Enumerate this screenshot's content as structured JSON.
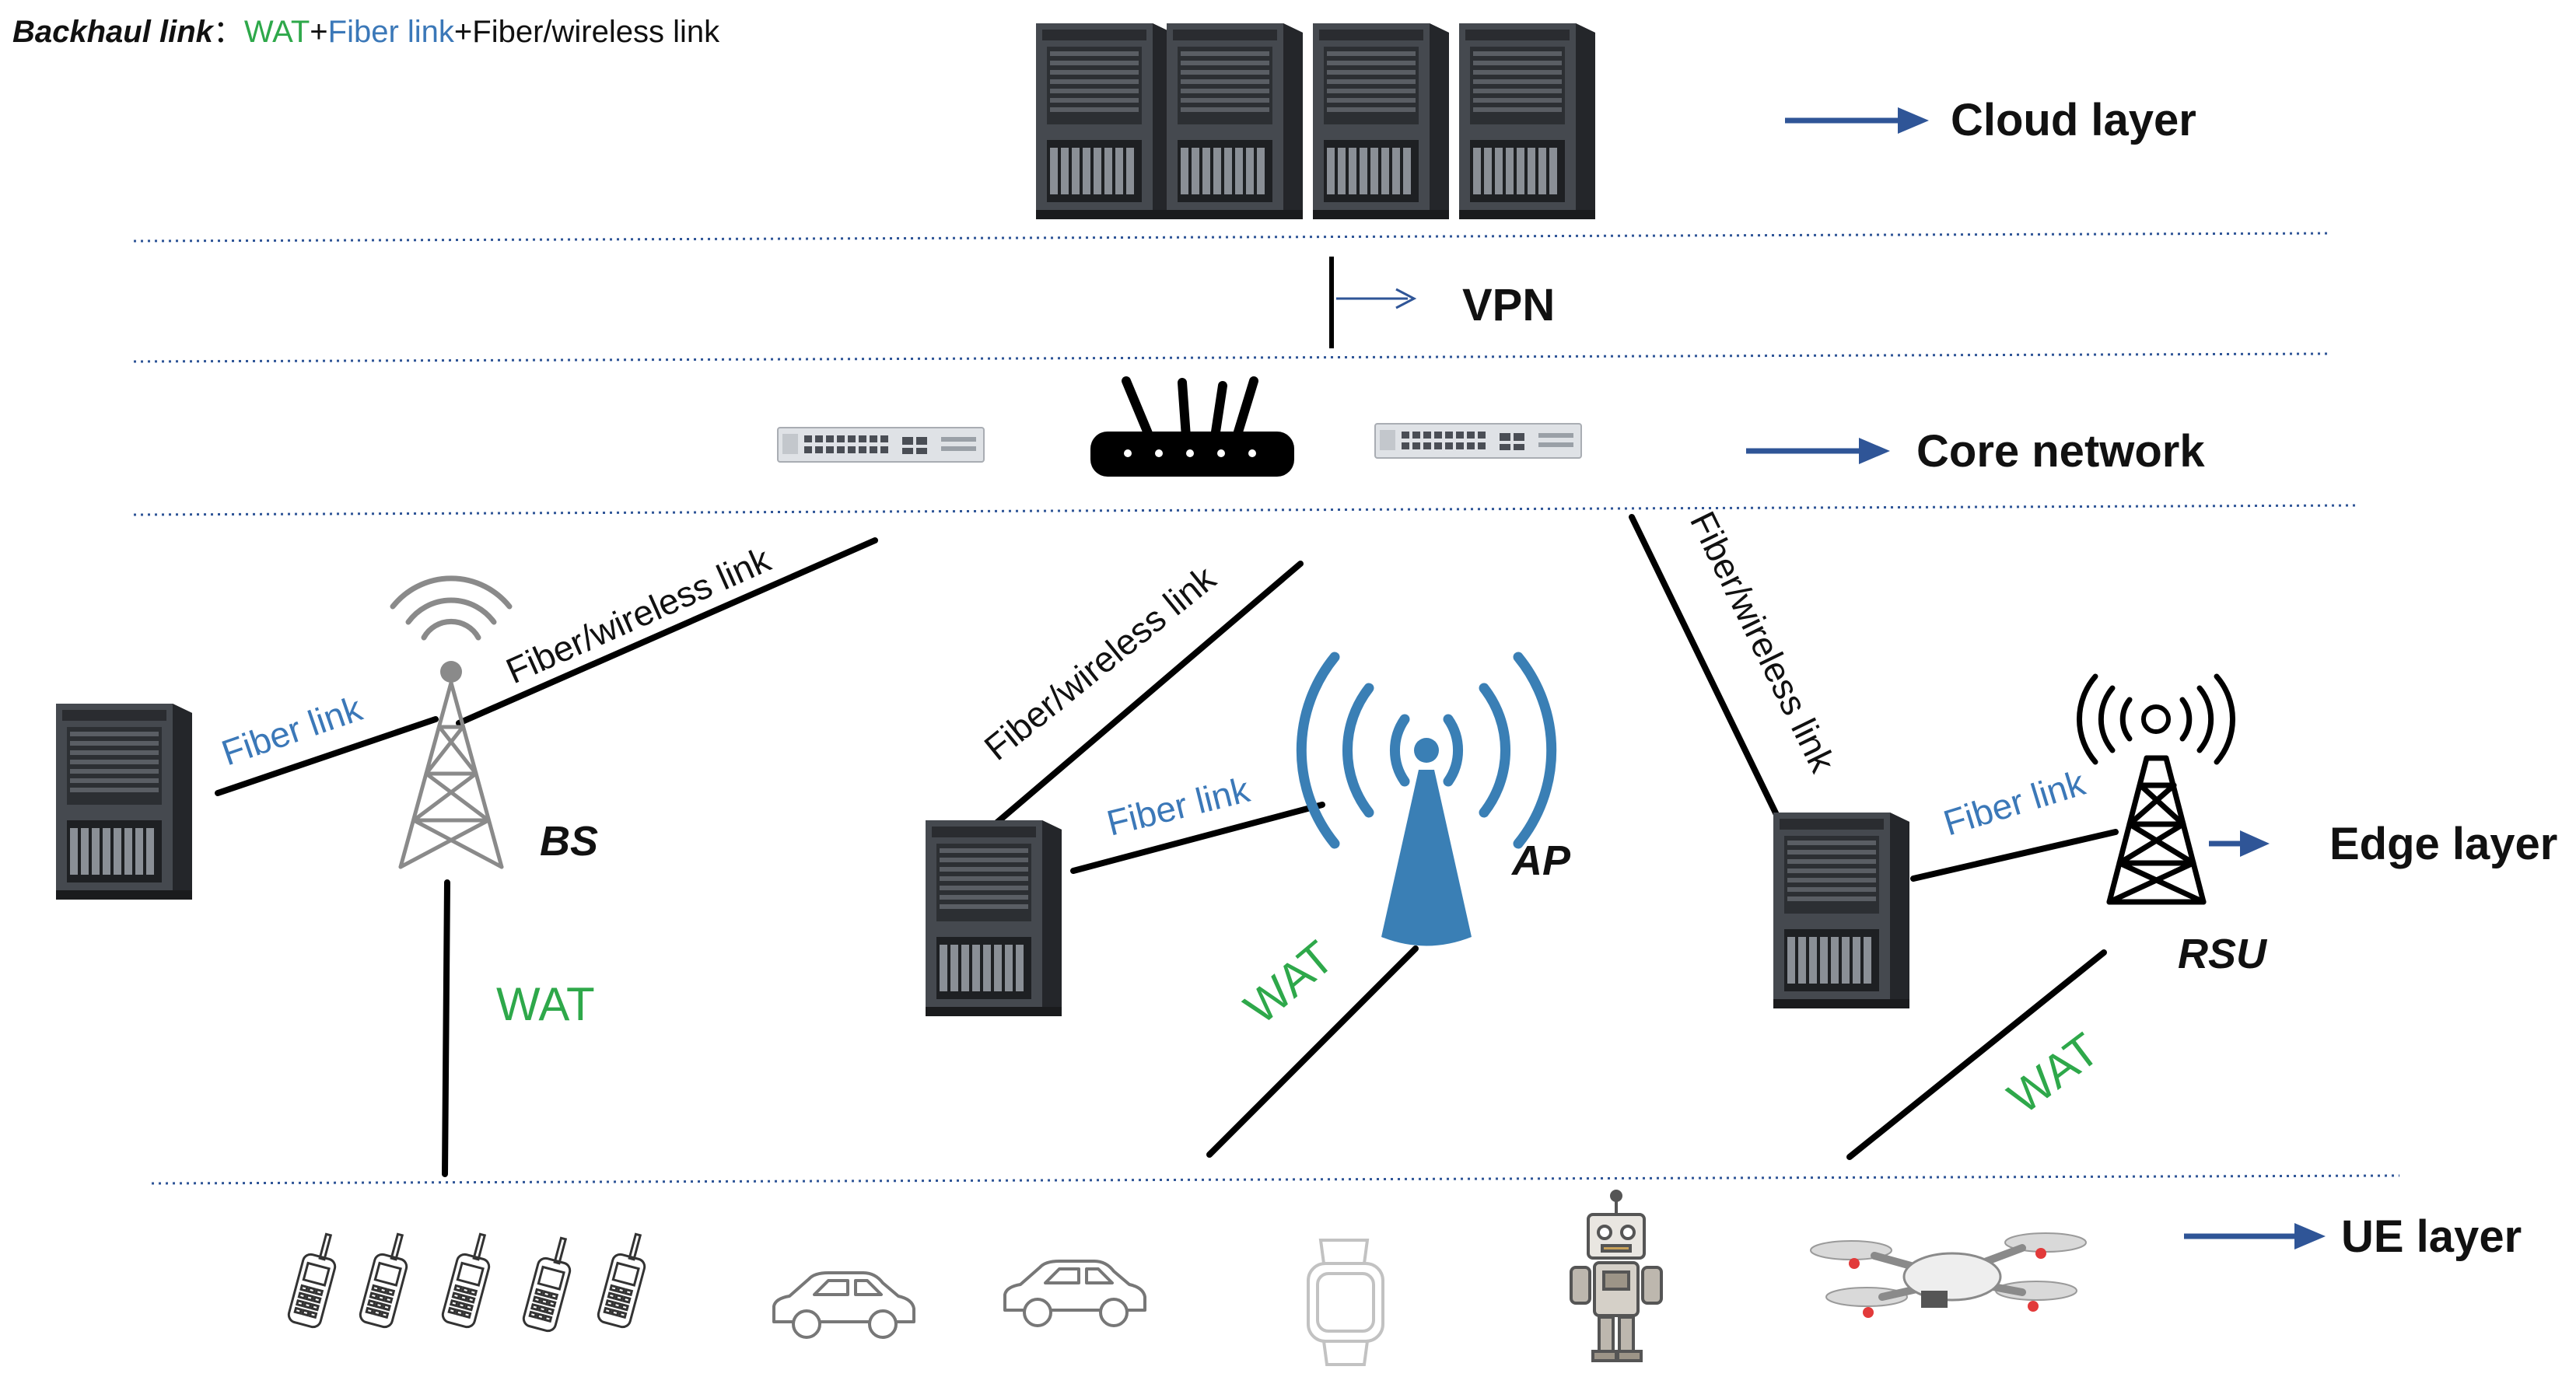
{
  "legend": {
    "prefix": "Backhaul link",
    "sep": "：",
    "wat": "WAT",
    "plus1": "+",
    "fiber": "Fiber link",
    "plus2": "+",
    "fiber_wireless": "Fiber/wireless link"
  },
  "layers": {
    "cloud": "Cloud layer",
    "core": "Core network",
    "edge": "Edge layer",
    "ue": "UE layer"
  },
  "vpn": "VPN",
  "nodes": {
    "bs": "BS",
    "ap": "AP",
    "rsu": "RSU"
  },
  "links": {
    "fiber_bs": "Fiber link",
    "fw_bs": "Fiber/wireless link",
    "fw_ap": "Fiber/wireless link",
    "fiber_ap": "Fiber link",
    "fw_rsu": "Fiber/wireless link",
    "fiber_rsu": "Fiber link",
    "wat_bs": "WAT",
    "wat_ap": "WAT",
    "wat_rsu": "WAT"
  },
  "colors": {
    "wat": "#2ea84a",
    "fiber": "#3b78b8",
    "arrow": "#2f5597",
    "divider": "#2f5597"
  },
  "icons": [
    "server-icon",
    "switch-icon",
    "router-icon",
    "cell-tower-icon",
    "wifi-ap-icon",
    "rsu-tower-icon",
    "phone-icon",
    "car-icon",
    "smartwatch-icon",
    "robot-icon",
    "drone-icon"
  ]
}
